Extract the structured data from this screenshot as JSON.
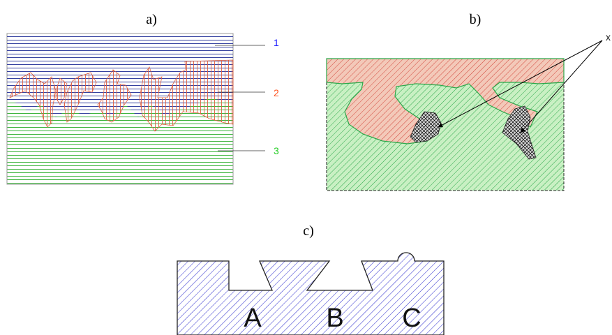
{
  "panels": {
    "a": {
      "label": "a)",
      "callouts": [
        "1",
        "2",
        "3"
      ]
    },
    "b": {
      "label": "b)",
      "callout": "x"
    },
    "c": {
      "label": "c)",
      "letters": [
        "A",
        "B",
        "C"
      ]
    }
  },
  "colors": {
    "layer1_blue": "#3333aa",
    "layer2_orange": "#e06040",
    "layer3_green": "#22aa22",
    "layer2_fill": "#f3c9b9",
    "layer3_fill": "#c9f0c3",
    "panel_c_blue": "#3a3ad0",
    "label1": "#2222ff",
    "label2": "#ff5522",
    "label3": "#22cc22"
  }
}
